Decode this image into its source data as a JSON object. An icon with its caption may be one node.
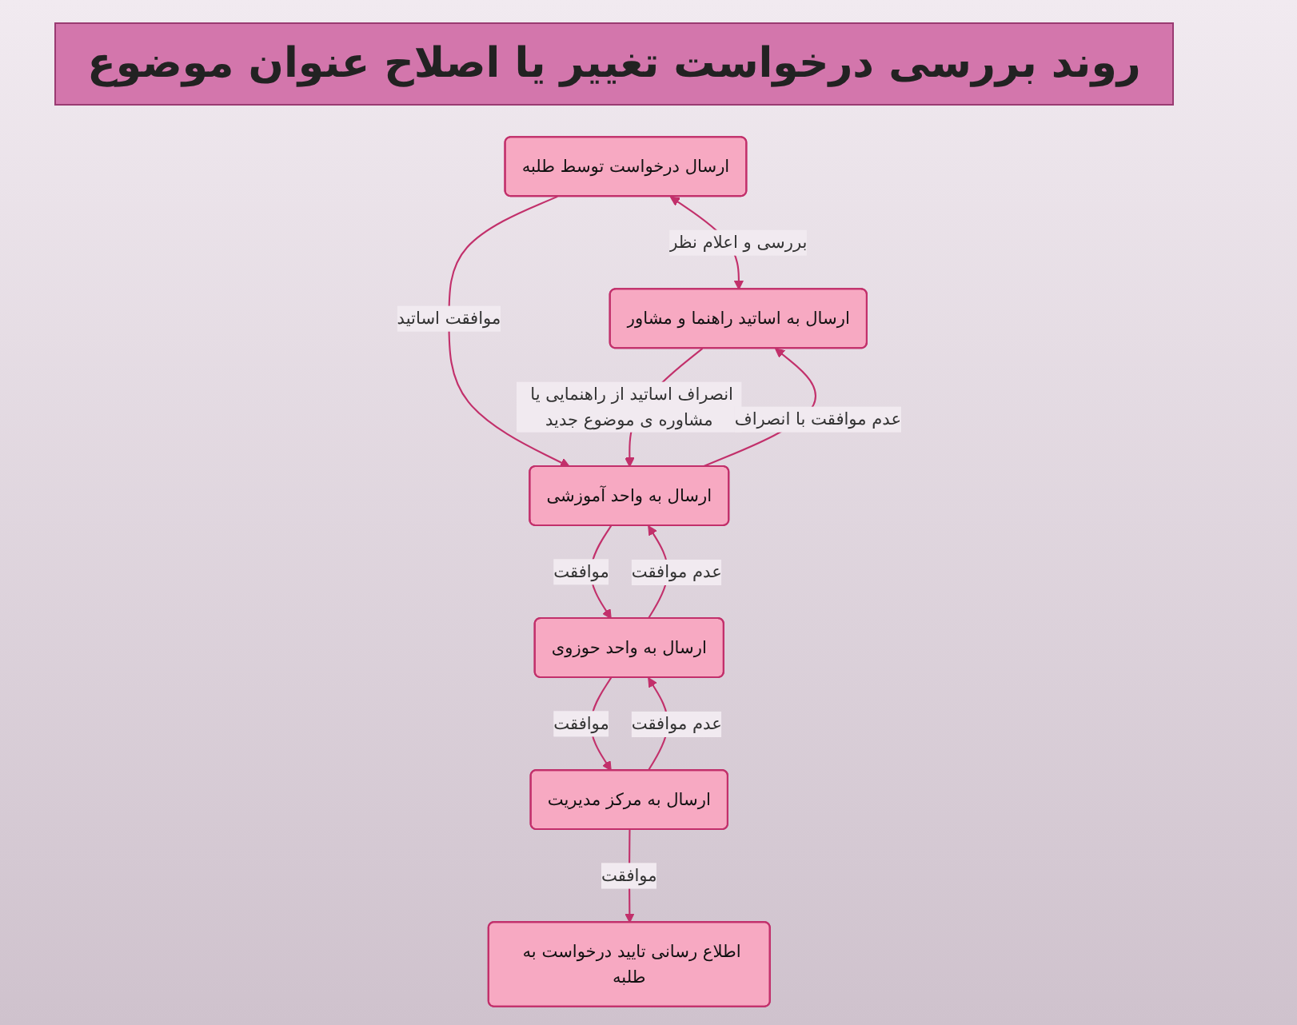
{
  "diagram": {
    "title": "روند بررسی درخواست تغییر یا اصلاح عنوان موضوع",
    "nodes": [
      {
        "text": [
          "ارسال درخواست توسط طلبه"
        ]
      },
      {
        "text": [
          "ارسال به اساتید راهنما و مشاور"
        ]
      },
      {
        "text": [
          "ارسال به واحد آموزشی"
        ]
      },
      {
        "text": [
          "ارسال به واحد حوزوی"
        ]
      },
      {
        "text": [
          "ارسال به مرکز مدیریت"
        ]
      },
      {
        "text": [
          "اطلاع رسانی تایید درخواست به طلبه"
        ]
      }
    ],
    "edges": [
      {
        "from": 0,
        "to": 1,
        "arrow": "both",
        "label": "بررسی و اعلام نظر"
      },
      {
        "from": 0,
        "to": 2,
        "arrow": "to",
        "label": "موافقت اساتید"
      },
      {
        "from": 1,
        "to": 2,
        "arrow": "to",
        "label": "انصراف اساتید از راهنمایی یا مشاوره ی موضوع جدید"
      },
      {
        "from": 2,
        "to": 1,
        "arrow": "to",
        "label": "عدم موافقت با انصراف"
      },
      {
        "from": 2,
        "to": 3,
        "arrow": "to",
        "label": "موافقت"
      },
      {
        "from": 3,
        "to": 2,
        "arrow": "to",
        "label": "عدم موافقت"
      },
      {
        "from": 3,
        "to": 4,
        "arrow": "to",
        "label": "موافقت"
      },
      {
        "from": 4,
        "to": 3,
        "arrow": "to",
        "label": "عدم موافقت"
      },
      {
        "from": 4,
        "to": 5,
        "arrow": "to",
        "label": "موافقت"
      }
    ]
  }
}
